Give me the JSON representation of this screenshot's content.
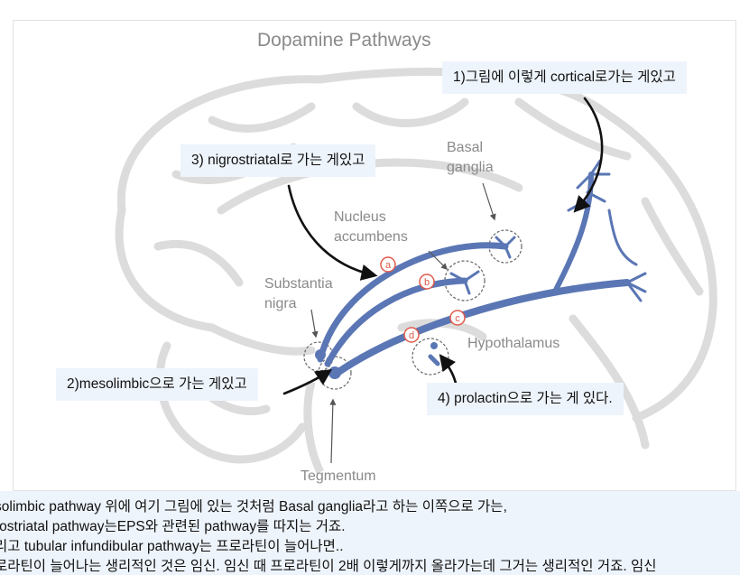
{
  "diagram": {
    "title": "Dopamine Pathways",
    "labels": {
      "basal_ganglia": [
        "Basal",
        "ganglia"
      ],
      "nucleus_accumbens": [
        "Nucleus",
        "accumbens"
      ],
      "substantia_nigra": [
        "Substantia",
        "nigra"
      ],
      "hypothalamus": "Hypothalamus",
      "tegmentum": "Tegmentum"
    },
    "markers": [
      "a",
      "b",
      "c",
      "d"
    ],
    "colors": {
      "pathway": "#5a76b4",
      "brain_outline": "#d9d9d9",
      "marker": "#e05a4a",
      "arrow": "#111111"
    }
  },
  "notes": {
    "cortical": "1)그림에 이렇게 cortical로가는 게있고",
    "mesolimbic": "2)mesolimbic으로 가는 게있고",
    "nigrostriatal": "3) nigrostriatal로 가는 게있고",
    "prolactin": "4) prolactin으로 가는 게 있다."
  },
  "lecture": [
    "solimbic pathway 위에 여기 그림에 있는 것처럼  Basal ganglia라고 하는 이쪽으로 가는,",
    "rostriatal pathway는EPS와 관련된 pathway를 따지는 거죠.",
    "리고 tubular infundibular pathway는  프로라틴이 늘어나면..",
    "로라틴이 늘어나는 생리적인 것은  임신. 임신 때 프로라틴이 2배 이렇게까지 올라가는데 그거는 생리적인  거죠. 임신"
  ]
}
